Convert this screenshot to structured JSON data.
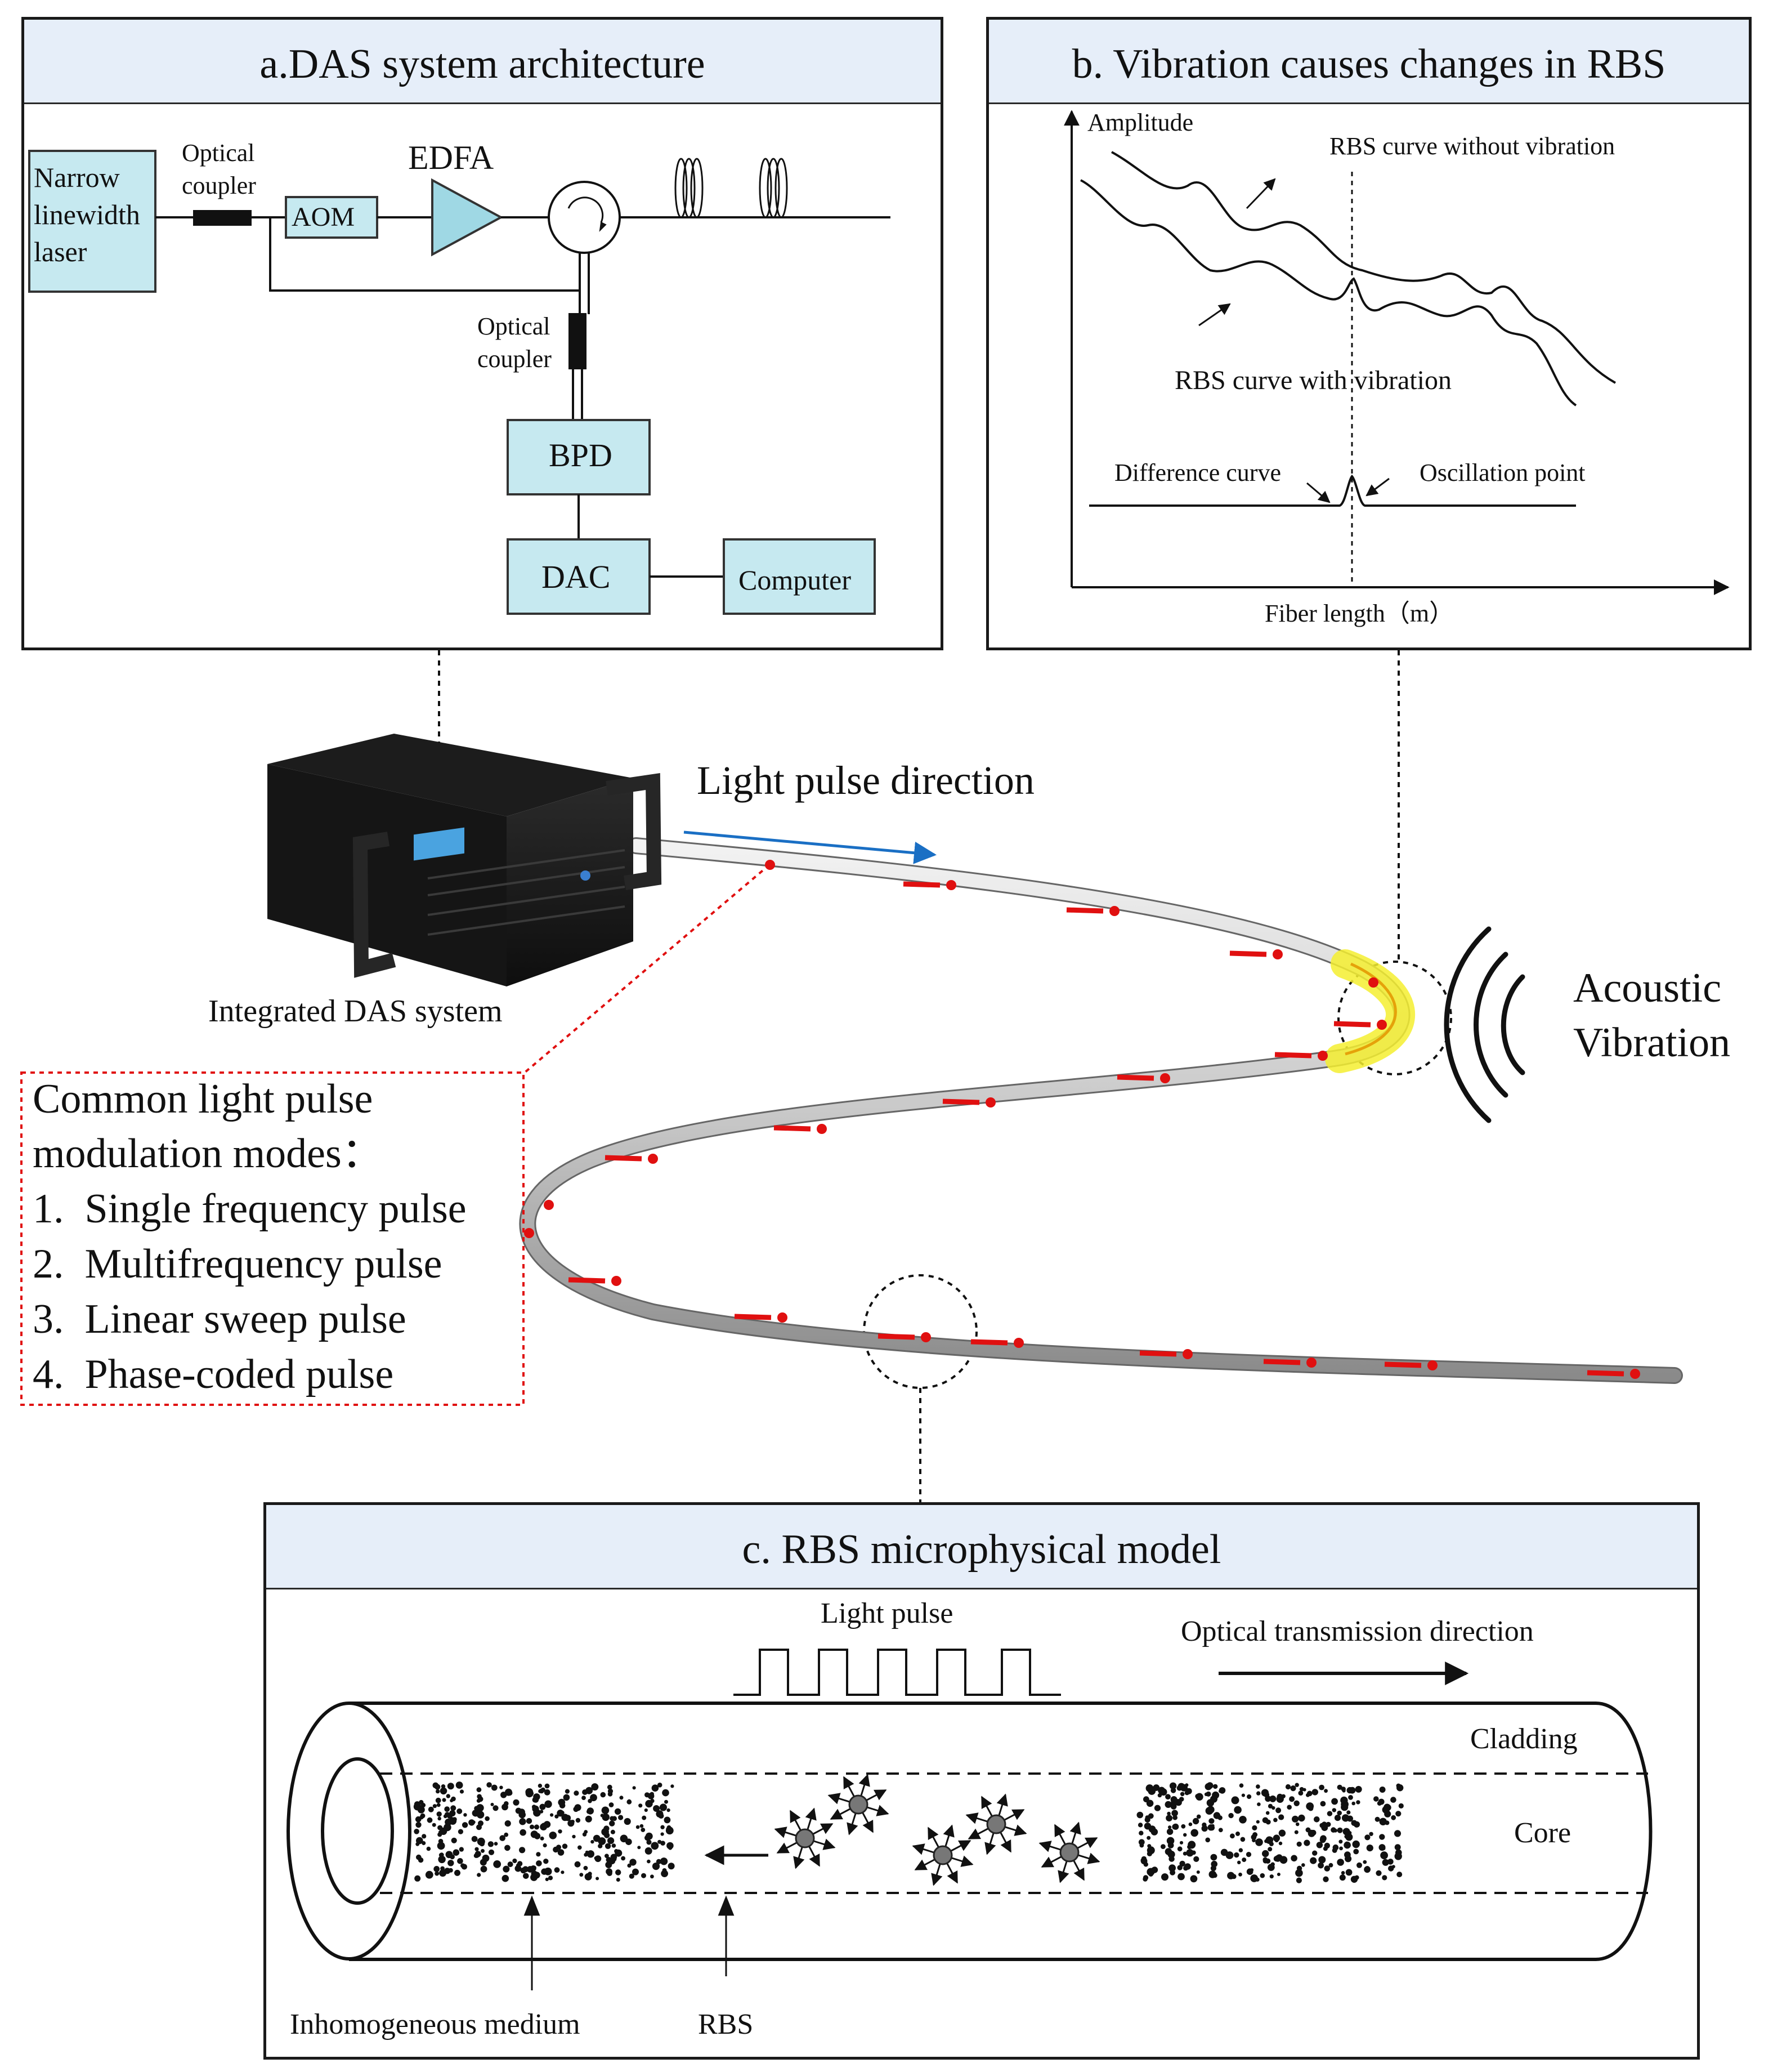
{
  "panel_a": {
    "title": "a.DAS system architecture",
    "laser": [
      "Narrow",
      "linewidth",
      "laser"
    ],
    "coupler1": [
      "Optical",
      "coupler"
    ],
    "aom": "AOM",
    "edfa": "EDFA",
    "coupler2": [
      "Optical",
      "coupler"
    ],
    "bpd": "BPD",
    "dac": "DAC",
    "computer": "Computer",
    "box_fill": "#c6e9f0",
    "edfa_fill": "#9fd8e4"
  },
  "panel_b": {
    "title": "b. Vibration causes changes in RBS",
    "amplitude": "Amplitude",
    "without": "RBS curve without vibration",
    "with": "RBS curve with vibration",
    "difference": "Difference curve",
    "oscillation": "Oscillation point",
    "xaxis": "Fiber length（m）"
  },
  "middle": {
    "device_label": "Integrated DAS system",
    "direction_label": "Light pulse direction",
    "acoustic": [
      "Acoustic",
      "Vibration"
    ],
    "arrow_color": "#1a6fc4",
    "pulse_color": "#e01010",
    "highlight_color": "#f4ee30",
    "modes_title": [
      "Common light pulse",
      "modulation modes："
    ],
    "modes": [
      "1.  Single frequency pulse",
      "2.  Multifrequency pulse",
      "3.  Linear sweep pulse",
      "4.  Phase-coded pulse"
    ]
  },
  "panel_c": {
    "title": "c. RBS microphysical model",
    "light_pulse": "Light pulse",
    "direction": "Optical transmission direction",
    "cladding": "Cladding",
    "core": "Core",
    "inhomogeneous": "Inhomogeneous medium",
    "rbs": "RBS"
  },
  "header_fill": "#e6eef9"
}
